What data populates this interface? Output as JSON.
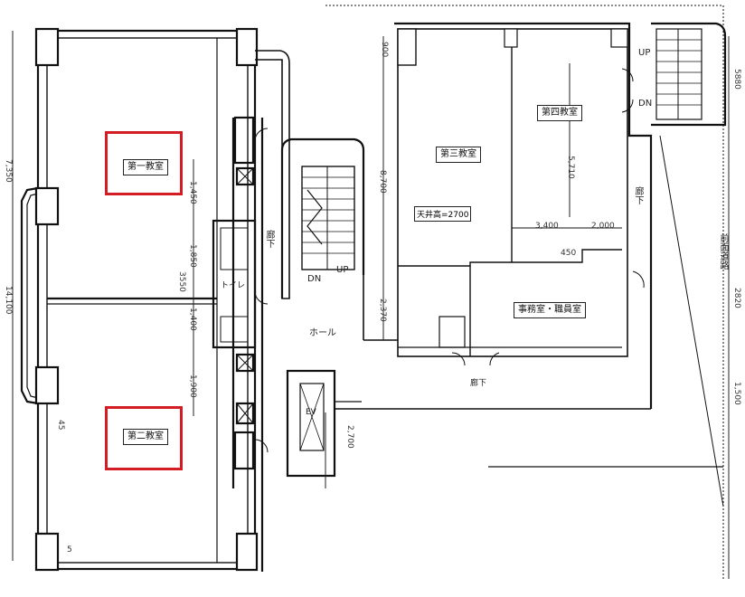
{
  "rooms": {
    "classroom1": "第一教室",
    "classroom2": "第二教室",
    "classroom3": "第三教室",
    "classroom4": "第四教室",
    "office": "事務室・職員室"
  },
  "labels": {
    "corridor": "廊下",
    "toilet": "トイレ",
    "hall": "ホール",
    "up": "UP",
    "down": "DN",
    "elevator": "EV",
    "road": "前面道路",
    "ceiling_height": "天井高=2700"
  },
  "dimensions": {
    "d7350": "7,350",
    "d1450": "1,450",
    "d1850": "1,850",
    "d3550": "3550",
    "d1400": "1,400",
    "d1900": "1,900",
    "d900": "900",
    "d8700": "8,700",
    "d2370": "2,370",
    "d5710": "5,710",
    "d3400": "3,400",
    "d2000": "2,000",
    "d450": "450",
    "d2700": "2,700",
    "d5880": "5880",
    "d2820": "2820",
    "d1500": "1,500",
    "d4100": "14,100",
    "d45": "45",
    "d5": "5"
  },
  "highlight_color": "#d41c24"
}
